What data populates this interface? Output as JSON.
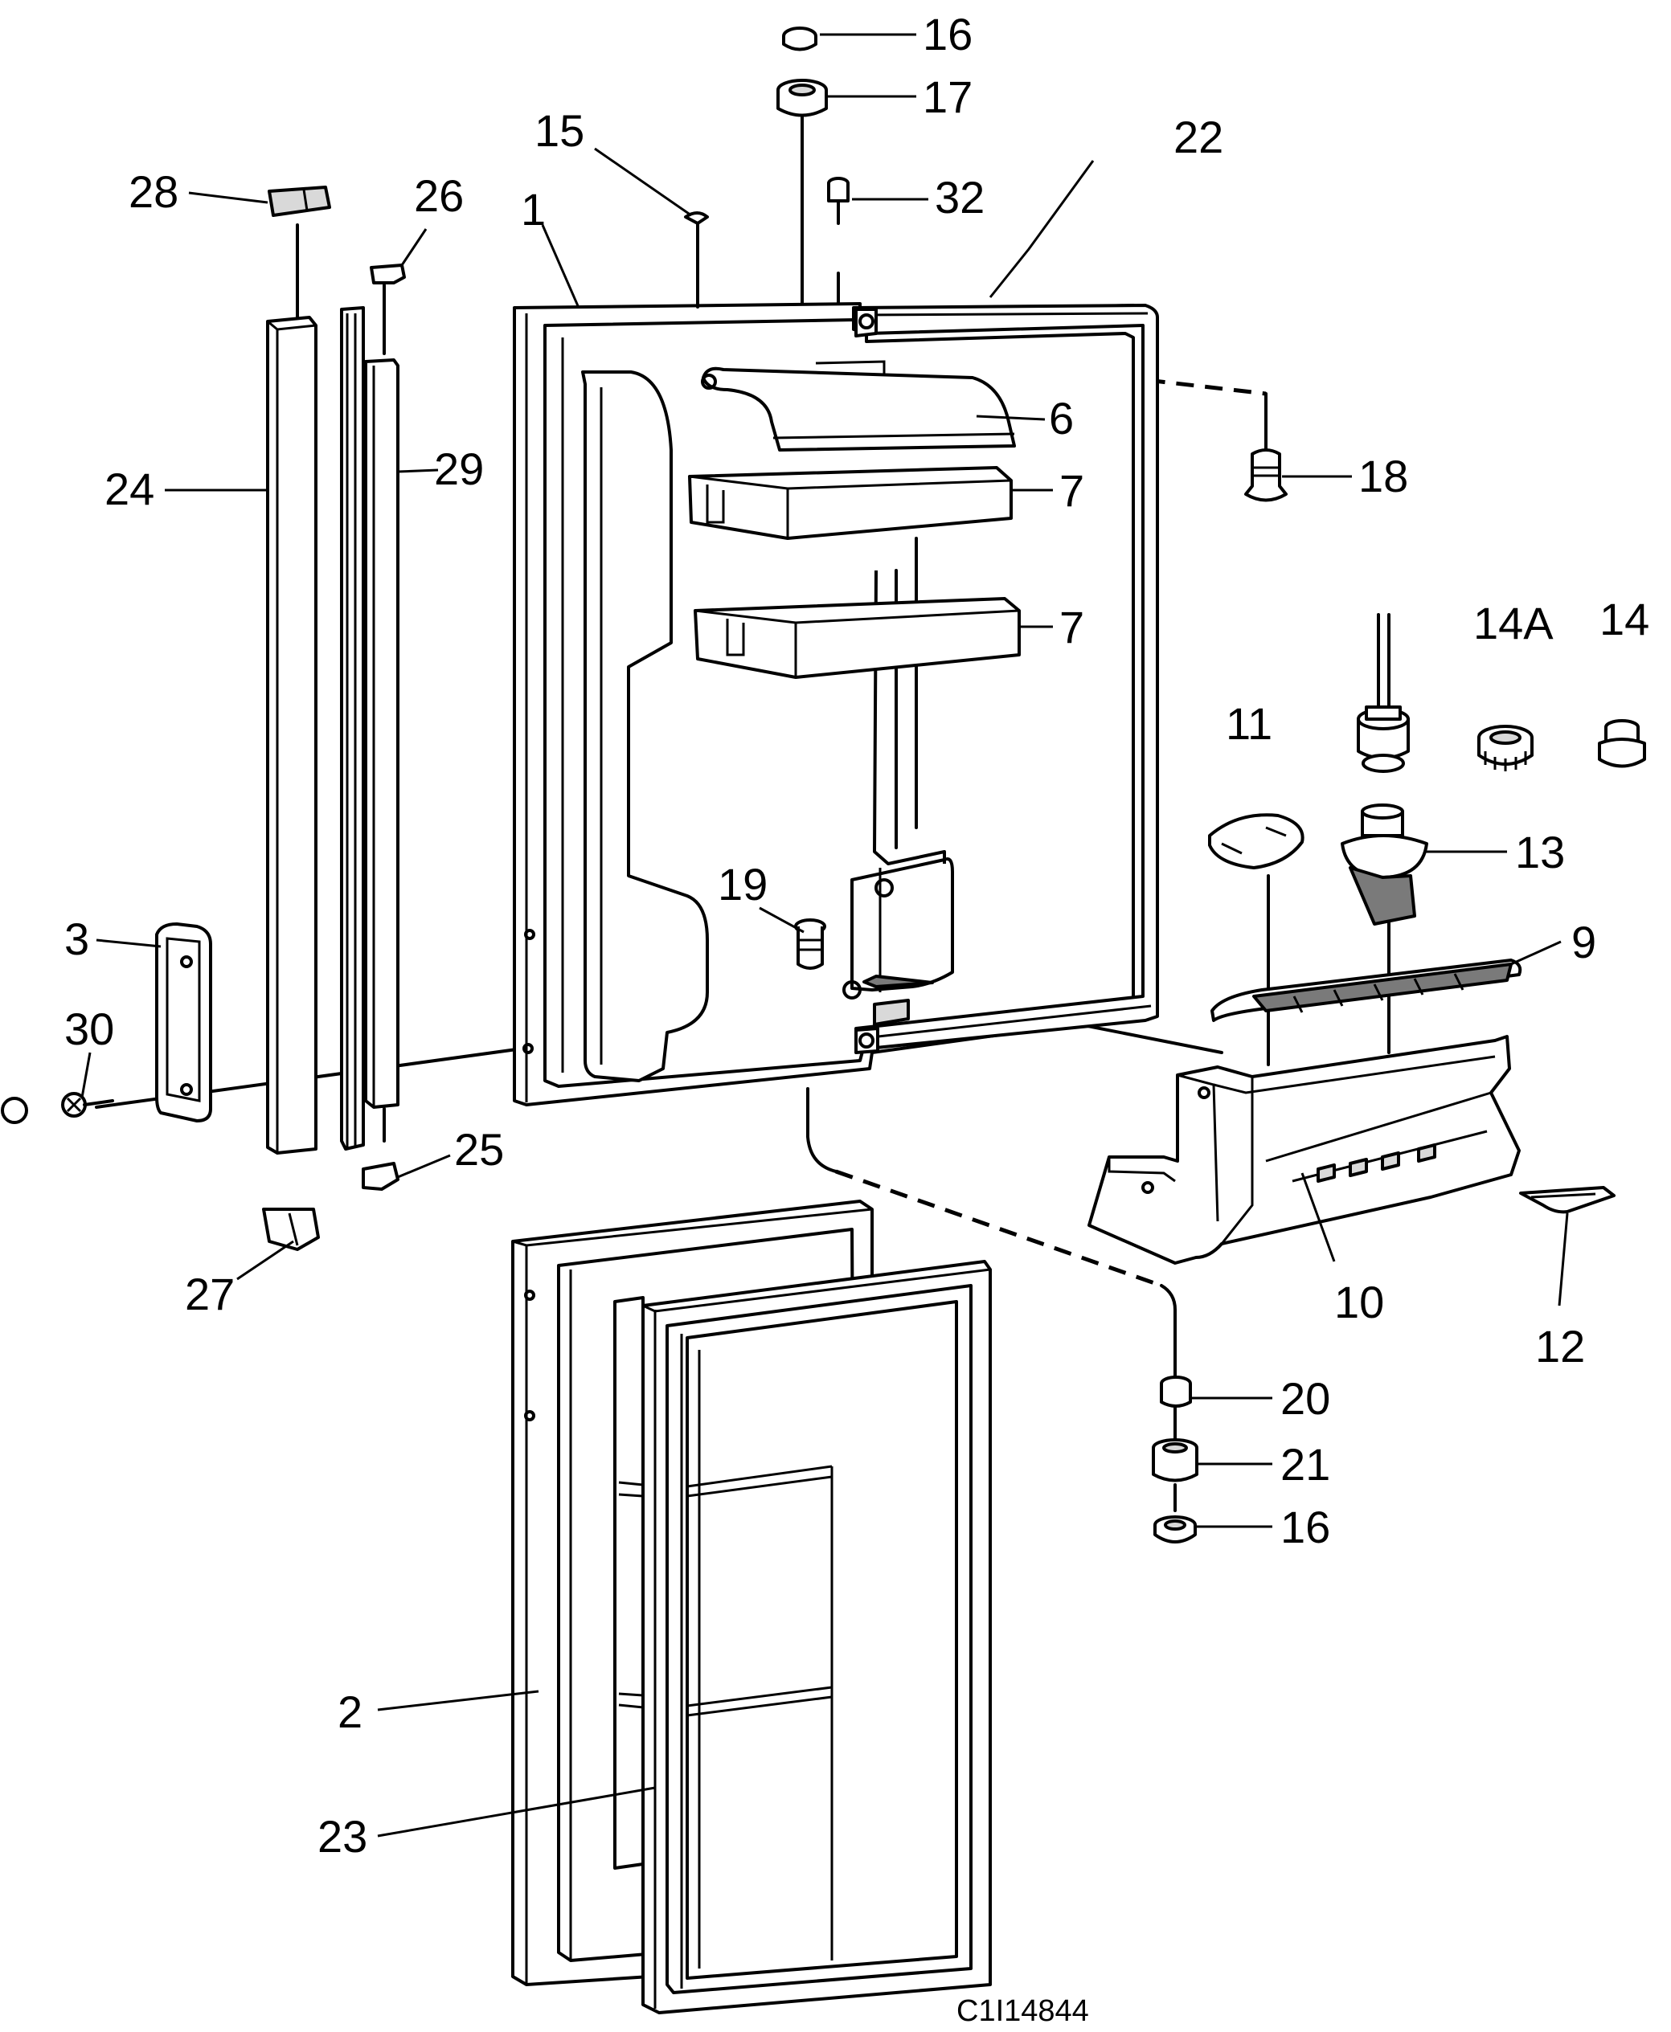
{
  "figure_code": "C1I14844",
  "labels": {
    "l16_top": "16",
    "l17": "17",
    "l15": "15",
    "l22": "22",
    "l28": "28",
    "l26": "26",
    "l32": "32",
    "l1": "1",
    "l6": "6",
    "l24": "24",
    "l29": "29",
    "l18": "18",
    "l7_a": "7",
    "l7_b": "7",
    "l14A": "14A",
    "l14": "14",
    "l11": "11",
    "l13": "13",
    "l19": "19",
    "l3": "3",
    "l9": "9",
    "l30": "30",
    "l25": "25",
    "l10": "10",
    "l12": "12",
    "l27": "27",
    "l20": "20",
    "l21": "21",
    "l16_bottom": "16",
    "l2": "2",
    "l23": "23"
  }
}
